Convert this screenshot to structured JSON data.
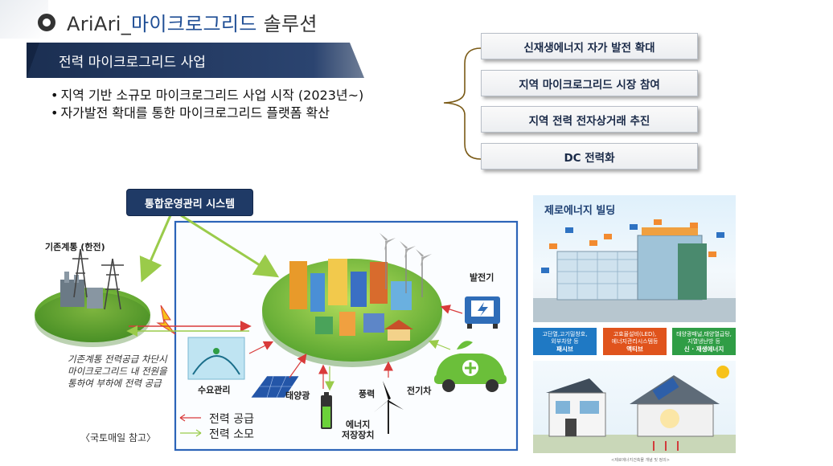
{
  "header": {
    "title_prefix": "AriAri_",
    "title_accent": "마이크로그리드",
    "title_suffix": " 솔루션"
  },
  "section": {
    "title": "전력 마이크로그리드 사업"
  },
  "bullets": [
    "지역 기반 소규모 마이크로그리드 사업 시작 (2023년~)",
    "자가발전 확대를 통한 마이크로그리드 플랫폼 확산"
  ],
  "benefits": [
    "신재생에너지 자가 발전 확대",
    "지역 마이크로그리드 시장 참여",
    "지역 전력 전자상거래 추진",
    "DC 전력화"
  ],
  "diagram": {
    "system_button": "통합운영관리 시스템",
    "grid_label": "기존계통 (한전)",
    "generator_label": "발전기",
    "ev_label": "전기차",
    "wind_label": "풍력",
    "storage_label_1": "에너지",
    "storage_label_2": "저장장치",
    "solar_label": "태양광",
    "demand_label": "수요관리",
    "note_lines": [
      "기존계통 전력공급 차단시",
      "마이크로그리드 내 전원을",
      "통하여 부하에 전력 공급"
    ],
    "legend_supply": "전력 공급",
    "legend_consume": "전력 소모",
    "reference": "〈국토매일 참고〉"
  },
  "zeb": {
    "title": "제로에너지 빌딩",
    "categories": [
      {
        "desc1": "고단열,고기밀창호,",
        "desc2": "외부차양 등",
        "name": "패시브",
        "color": "#1f79c4"
      },
      {
        "desc1": "고효율설비(LED),",
        "desc2": "에너지관리시스템등",
        "name": "액티브",
        "color": "#e0531c"
      },
      {
        "desc1": "태양광패널,태양열급탕,",
        "desc2": "지열냉난방 등",
        "name": "신 · 재생에너지",
        "color": "#2f9d45"
      }
    ],
    "caption": "<제로에너지건축물 개념 및 정의>"
  },
  "colors": {
    "accent": "#1f4e95",
    "ribbon": "#1b2f52",
    "supply_arrow": "#d93a3a",
    "consume_arrow": "#8cc63f"
  }
}
